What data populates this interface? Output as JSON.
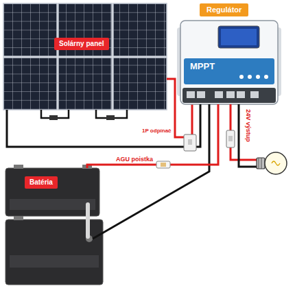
{
  "diagram": {
    "nodes": [
      {
        "text": [
          "Solárny panel"
        ]
      },
      {
        "text": [
          "Regulátor",
          "MPPT"
        ]
      },
      {
        "text": [
          "Batéria"
        ]
      }
    ],
    "edges": [
      {
        "from": 0,
        "to": 1,
        "arrow": "none"
      },
      {
        "from": 2,
        "to": 1,
        "label": "AGU poistka",
        "arrow": "none"
      }
    ],
    "labels": [
      "1P odpínač",
      "24V výstup"
    ]
  }
}
